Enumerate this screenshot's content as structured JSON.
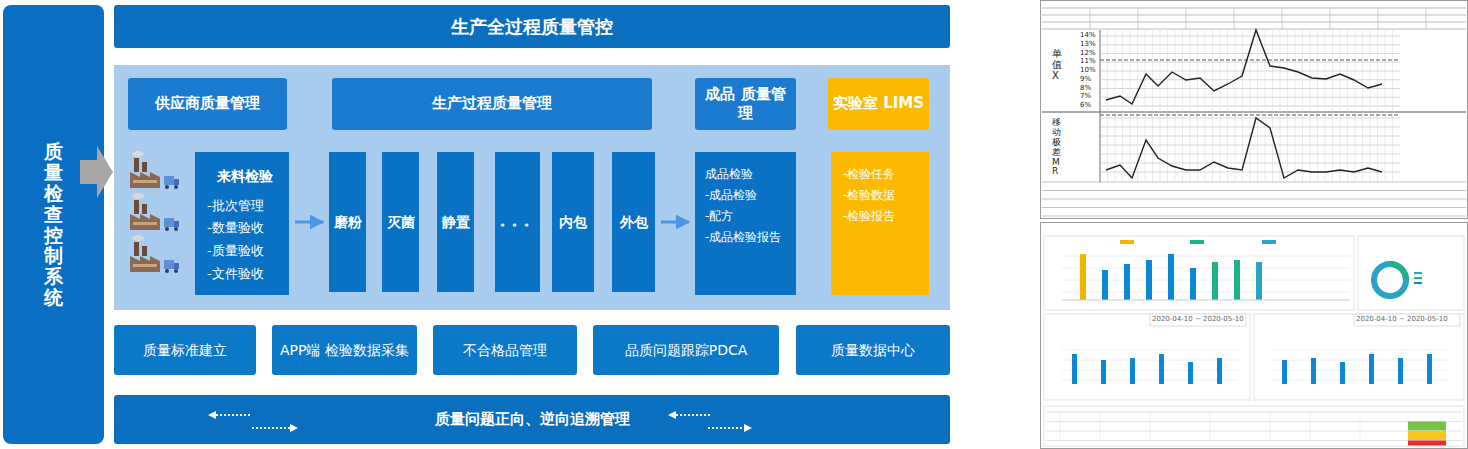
{
  "diagram": {
    "nodes": [
      {
        "text": [
          "质量检查控制系统"
        ]
      },
      {
        "text": [
          "生产全过程质量管控"
        ]
      },
      {
        "text": [
          "供应商质量管理"
        ]
      },
      {
        "text": [
          "生产过程质量管理"
        ]
      },
      {
        "text": [
          "成品 质量管理"
        ]
      },
      {
        "text": [
          "实验室 LIMS"
        ]
      },
      {
        "text": [
          "来料检验",
          "-批次管理",
          "-数量验收",
          "-质量验收",
          "-文件验收"
        ]
      },
      {
        "text": [
          "磨粉"
        ]
      },
      {
        "text": [
          "灭菌"
        ]
      },
      {
        "text": [
          "静置"
        ]
      },
      {
        "text": [
          "。。。"
        ]
      },
      {
        "text": [
          "内包"
        ]
      },
      {
        "text": [
          "外包"
        ]
      },
      {
        "text": [
          "成品检验",
          "-成品检验",
          "-配方",
          "-成品检验报告"
        ]
      },
      {
        "text": [
          "-检验任务",
          "-检验数据",
          "-检验报告"
        ]
      },
      {
        "text": [
          "质量标准建立"
        ]
      },
      {
        "text": [
          "APP端 检验数据采集"
        ]
      },
      {
        "text": [
          "不合格品管理"
        ]
      },
      {
        "text": [
          "品质问题跟踪PDCA"
        ]
      },
      {
        "text": [
          "质量数据中心"
        ]
      },
      {
        "text": [
          "质量问题正向、逆向追溯管理"
        ]
      }
    ],
    "edges": [
      {
        "from": 6,
        "to": 7,
        "arrow": "to"
      },
      {
        "from": 12,
        "to": 13,
        "arrow": "to"
      }
    ],
    "labels": [
      "单值X",
      "移动极差MR",
      "14%",
      "13%",
      "12%",
      "11%",
      "10%",
      "9%",
      "8%",
      "7%",
      "6%",
      "2020-04-10 ~ 2020-05-10",
      "2020-04-10 ~ 2020-05-10"
    ]
  }
}
